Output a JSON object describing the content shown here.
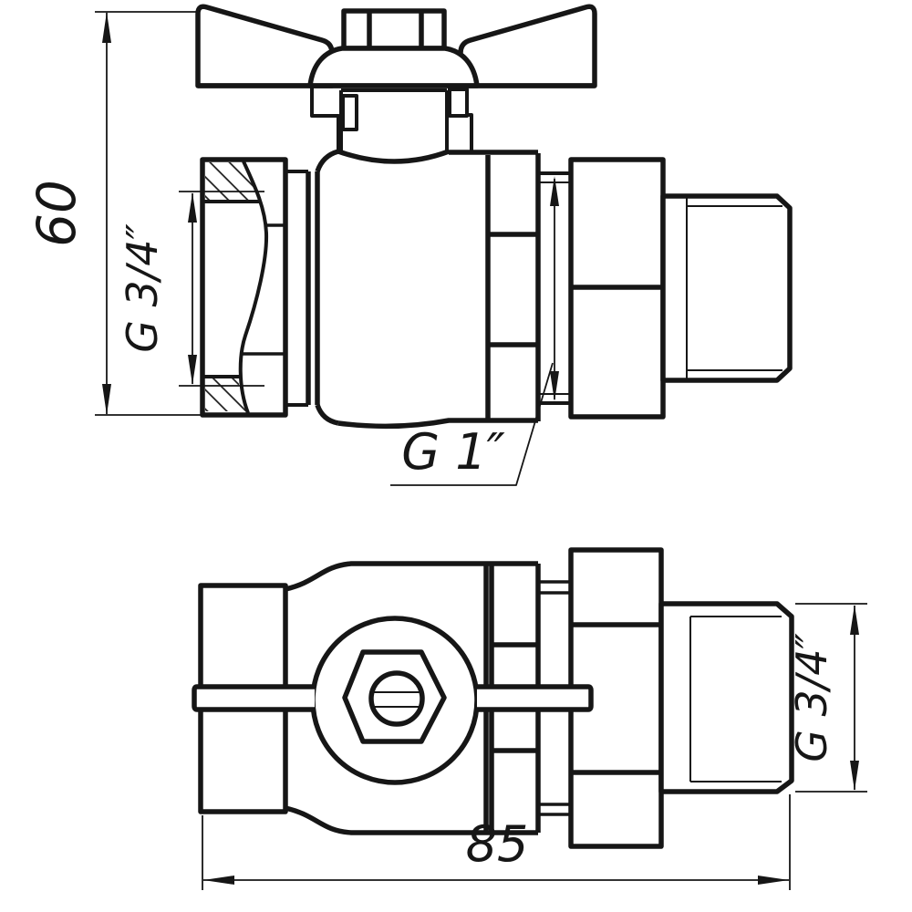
{
  "drawing": {
    "type": "technical-drawing",
    "subject": "ball valve with butterfly handle and union nut, two orthographic views",
    "background_color": "#ffffff",
    "line_color": "#161616",
    "views": {
      "front": {
        "name": "front-section-view"
      },
      "plan": {
        "name": "plan-view"
      }
    },
    "dimensions": {
      "overall_height": {
        "label": "60"
      },
      "inlet_thread": {
        "label": "G 3/4″"
      },
      "union_thread": {
        "label": "G 1″"
      },
      "overall_length": {
        "label": "85"
      },
      "outlet_thread": {
        "label": "G 3/4″"
      }
    }
  }
}
